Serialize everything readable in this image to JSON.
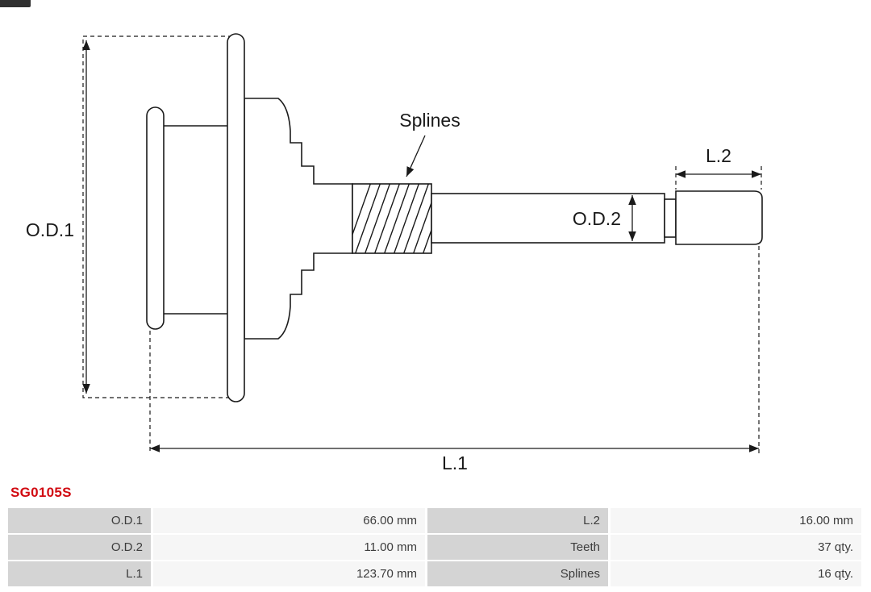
{
  "part_number": "SG0105S",
  "colors": {
    "accent": "#d10a11",
    "line": "#1a1a1a",
    "table_label_bg": "#d4d4d4",
    "table_value_bg": "#f6f6f6",
    "table_text": "#3c3c3c"
  },
  "diagram": {
    "labels": {
      "od1": "O.D.1",
      "od2": "O.D.2",
      "l1": "L.1",
      "l2": "L.2",
      "splines": "Splines"
    }
  },
  "spec_table": {
    "rows": [
      {
        "label_left": "O.D.1",
        "value_left": "66.00 mm",
        "label_right": "L.2",
        "value_right": "16.00 mm"
      },
      {
        "label_left": "O.D.2",
        "value_left": "11.00 mm",
        "label_right": "Teeth",
        "value_right": "37 qty."
      },
      {
        "label_left": "L.1",
        "value_left": "123.70 mm",
        "label_right": "Splines",
        "value_right": "16 qty."
      }
    ]
  }
}
